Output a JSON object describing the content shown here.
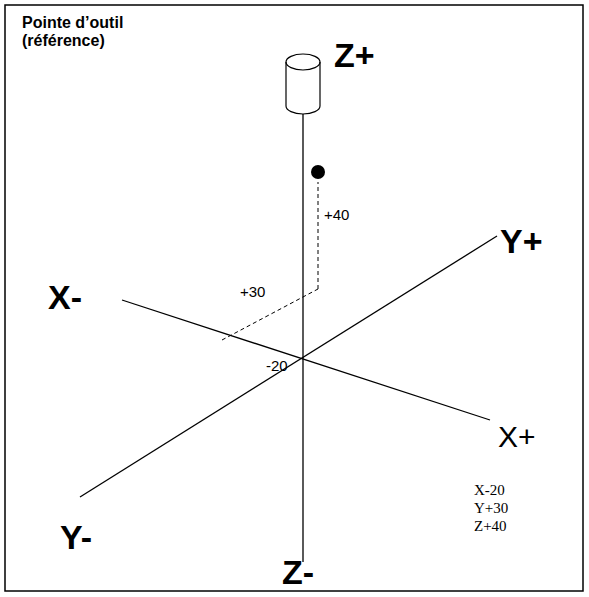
{
  "diagram": {
    "labels": [
      "Pointe d’outil (référence)",
      "Z+",
      "+40",
      "Y+",
      "X-",
      "+30",
      "-20",
      "X+",
      "Y-",
      "Z-",
      "X-20",
      "Y+30",
      "Z+40"
    ]
  }
}
